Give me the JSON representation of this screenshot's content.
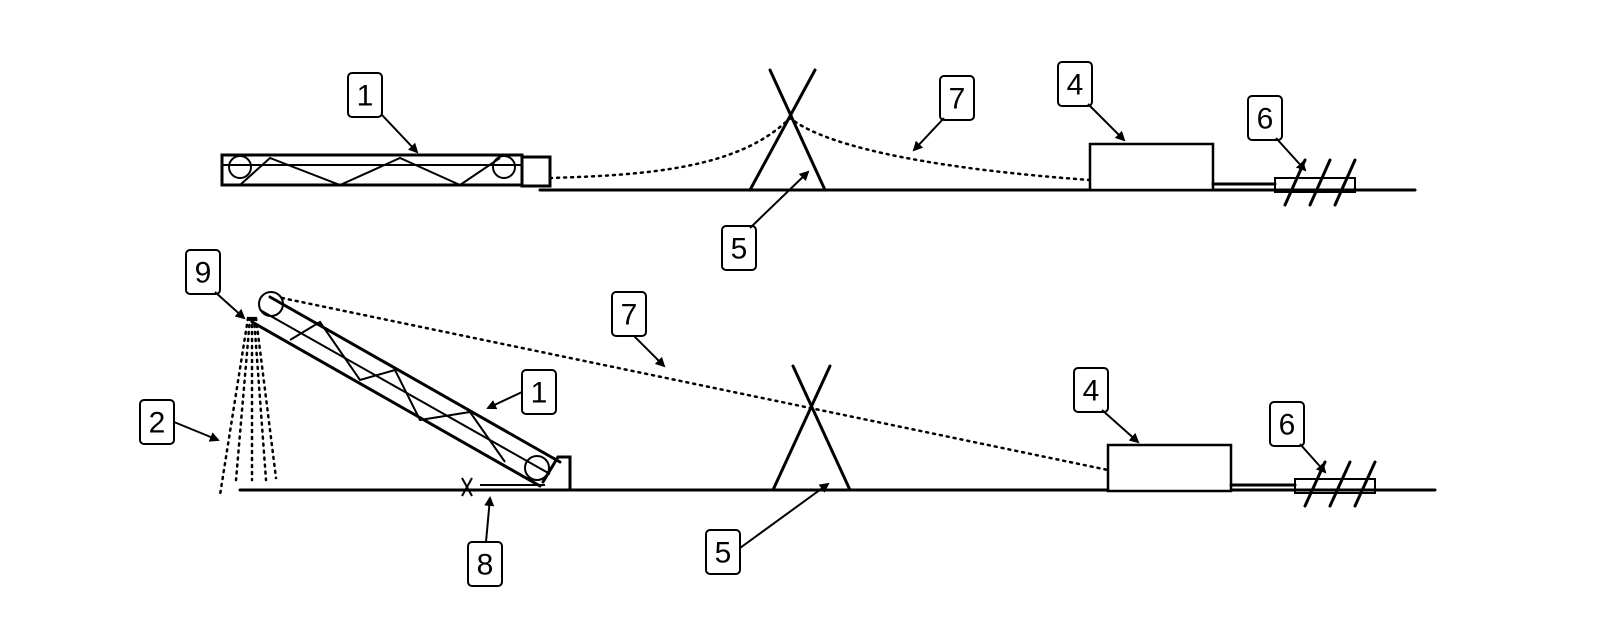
{
  "labels": {
    "top_truss": "1",
    "top_cable": "7",
    "top_winch": "4",
    "top_anchor": "6",
    "top_tripod": "5",
    "bottom_spray": "9",
    "bottom_cable": "7",
    "bottom_water": "2",
    "bottom_truss": "1",
    "bottom_winch": "4",
    "bottom_anchor": "6",
    "bottom_pivot": "8",
    "bottom_tripod": "5"
  }
}
